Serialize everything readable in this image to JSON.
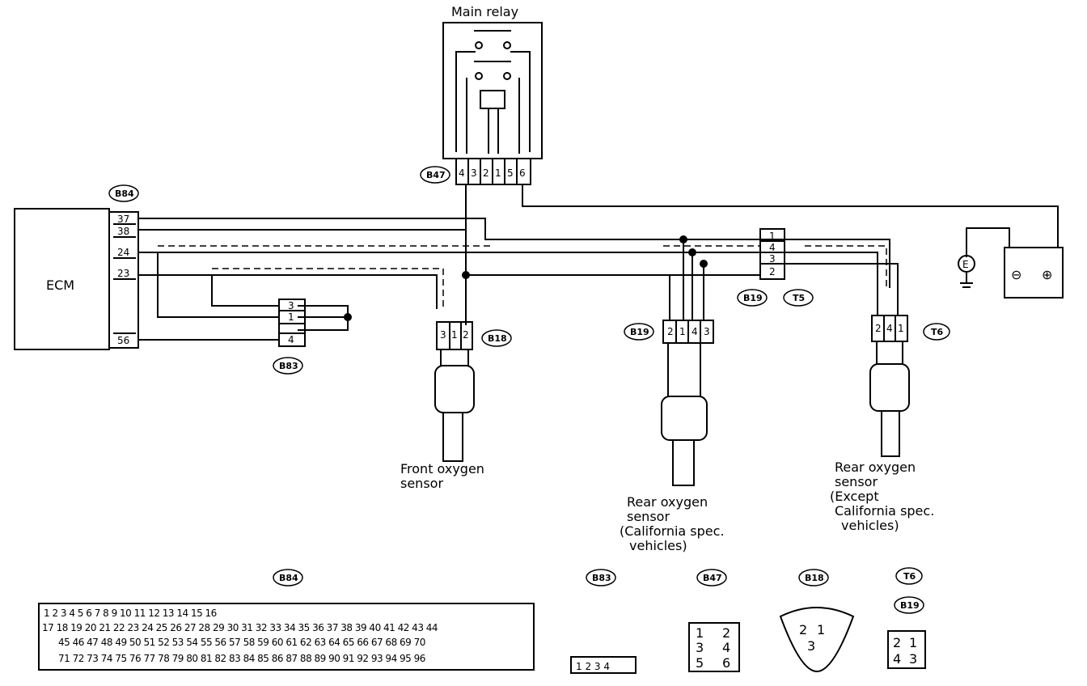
{
  "labels": {
    "main_relay": "Main relay",
    "ecm": "ECM",
    "front_sensor": [
      "Front oxygen",
      "sensor"
    ],
    "rear_sensor_ca": [
      "Rear oxygen",
      "sensor",
      "(California spec.",
      "vehicles)"
    ],
    "rear_sensor_ex": [
      "Rear oxygen",
      "sensor",
      "(Except",
      "California spec.",
      "vehicles)"
    ],
    "ground_e": "E",
    "battery_minus": "⊖",
    "battery_plus": "⊕"
  },
  "connector_tags": {
    "b84_top": "B84",
    "b47_top": "B47",
    "b83_mid": "B83",
    "b18_mid": "B18",
    "b19_left": "B19",
    "b19_right": "B19",
    "t5": "T5",
    "t6": "T6",
    "b84_bottom": "B84",
    "b83_bottom": "B83",
    "b47_bottom": "B47",
    "b18_bottom": "B18",
    "t6_bottom": "T6",
    "b19_bottom": "B19"
  },
  "ecm_pins": [
    "37",
    "38",
    "24",
    "23",
    "56"
  ],
  "b83_pins": [
    "3",
    "1",
    "4"
  ],
  "b47_pins": [
    "4",
    "3",
    "2",
    "1",
    "5",
    "6"
  ],
  "b18_pins": [
    "3",
    "1",
    "2"
  ],
  "b19_pins": [
    "2",
    "1",
    "4",
    "3"
  ],
  "t5_pins": [
    "1",
    "4",
    "3",
    "2"
  ],
  "t6_pins": [
    "2",
    "4",
    "1"
  ],
  "ecm_connector_rows": [
    [
      "1",
      "2",
      "3",
      "4",
      "5",
      "6",
      "7",
      "8",
      "9",
      "10",
      "11",
      "12",
      "13",
      "14",
      "15",
      "16"
    ],
    [
      "17",
      "18",
      "19",
      "20",
      "21",
      "22",
      "23",
      "24",
      "25",
      "26",
      "27",
      "28",
      "29",
      "30",
      "31",
      "32",
      "33",
      "34",
      "35",
      "36",
      "37",
      "38",
      "39",
      "40",
      "41",
      "42",
      "43",
      "44"
    ],
    [
      "45",
      "46",
      "47",
      "48",
      "49",
      "50",
      "51",
      "52",
      "53",
      "54",
      "55",
      "56",
      "57",
      "58",
      "59",
      "60",
      "61",
      "62",
      "63",
      "64",
      "65",
      "66",
      "67",
      "68",
      "69",
      "70"
    ],
    [
      "71",
      "72",
      "73",
      "74",
      "75",
      "76",
      "77",
      "78",
      "79",
      "80",
      "81",
      "82",
      "83",
      "84",
      "85",
      "86",
      "87",
      "88",
      "89",
      "90",
      "91",
      "92",
      "93",
      "94",
      "95",
      "96"
    ]
  ],
  "b83_face": [
    "1",
    "2",
    "3",
    "4"
  ],
  "b47_face": [
    "1",
    "2",
    "3",
    "4",
    "5",
    "6"
  ],
  "b18_face": [
    "2",
    "1",
    "3"
  ],
  "t6_face": [
    "2",
    "1",
    "4",
    "3"
  ]
}
